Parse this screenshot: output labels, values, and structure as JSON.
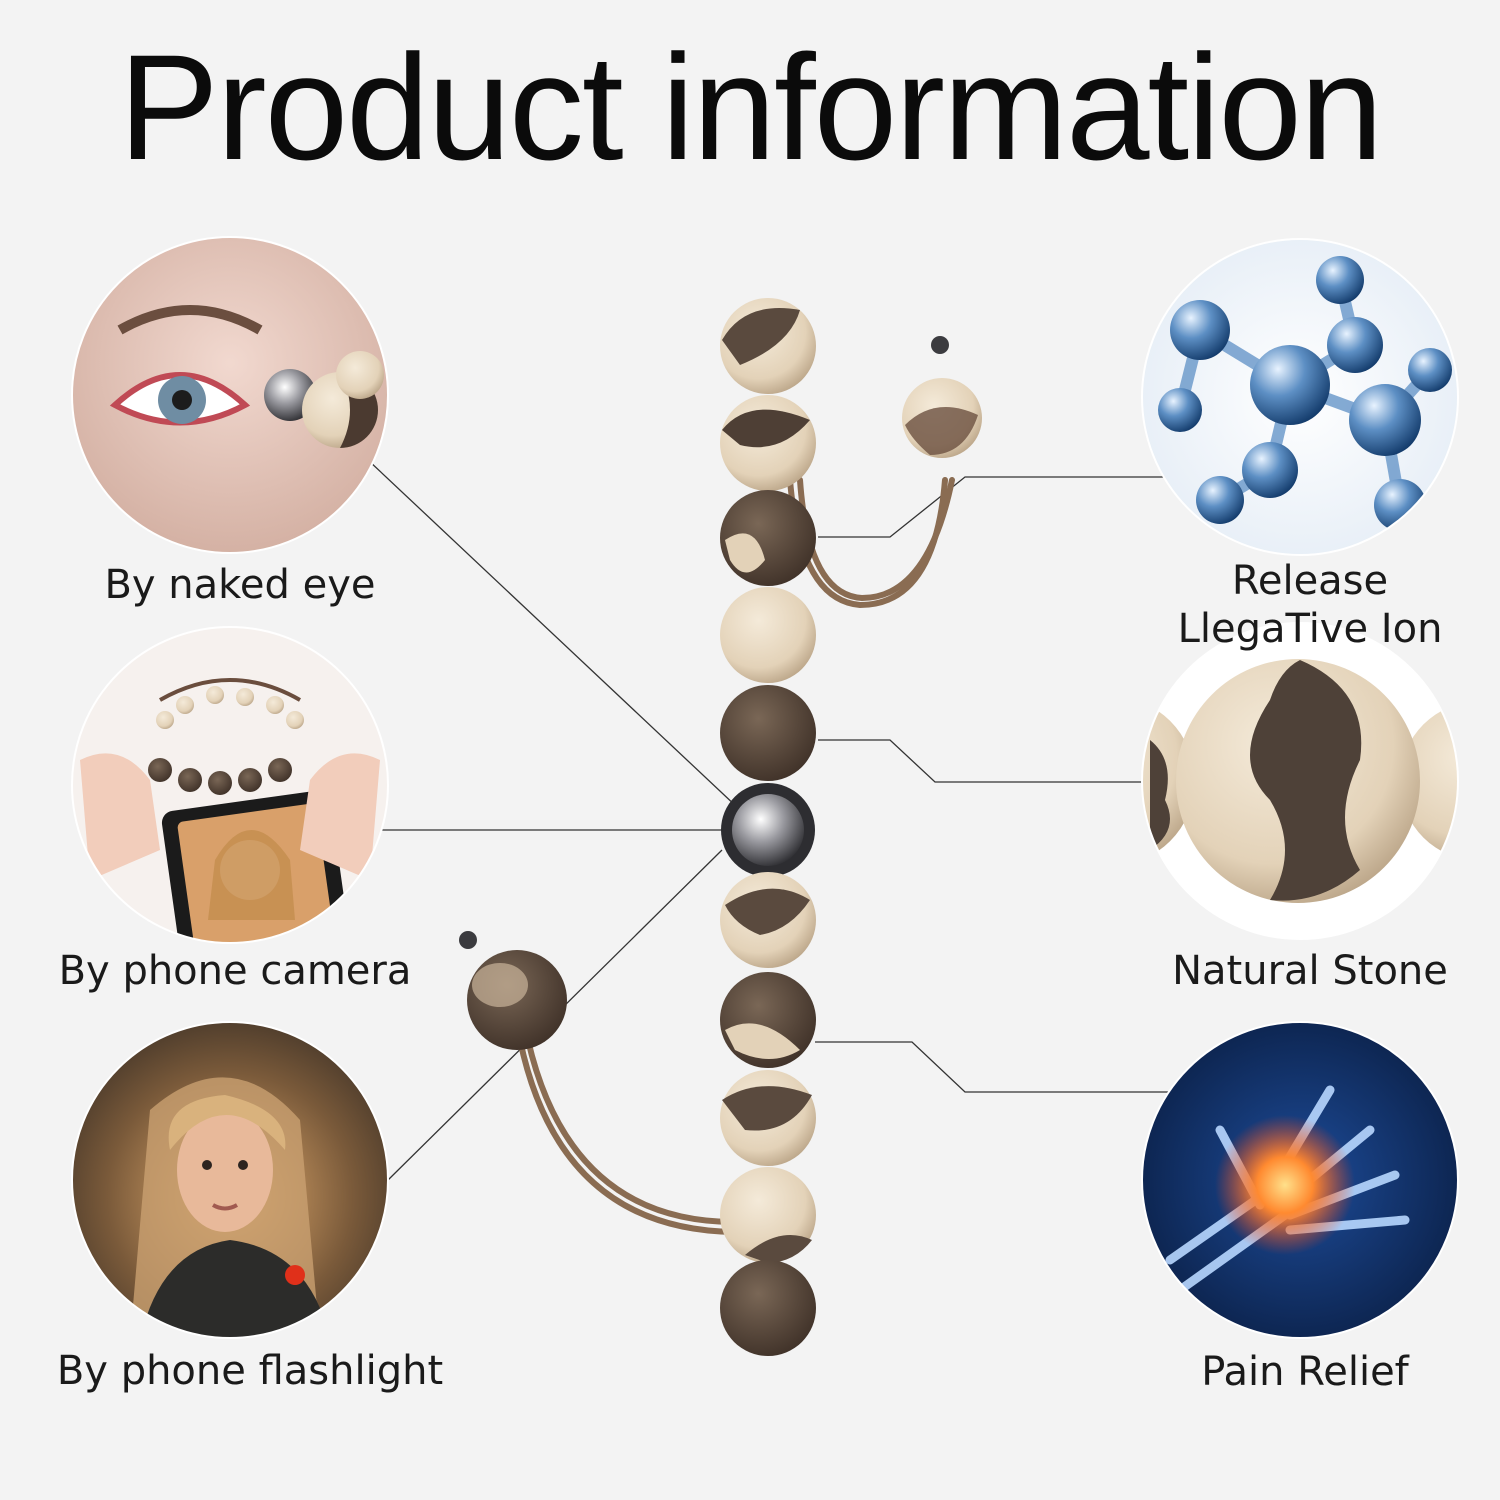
{
  "title": "Product information",
  "left_features": [
    {
      "label": "By naked eye",
      "icon": "eye-with-beads-photo-icon"
    },
    {
      "label": "By phone camera",
      "icon": "phone-camera-photo-icon"
    },
    {
      "label": "By phone flashlight",
      "icon": "woman-portrait-photo-icon"
    }
  ],
  "right_features": [
    {
      "label_line1": "Release",
      "label_line2": "LlegaTive Ion",
      "icon": "molecule-icon"
    },
    {
      "label": "Natural Stone",
      "icon": "stone-bead-closeup-icon"
    },
    {
      "label": "Pain Relief",
      "icon": "hand-xray-icon"
    }
  ],
  "colors": {
    "background": "#f3f3f3",
    "bead_light": "#e7d8c2",
    "bead_dark": "#5a4a3e",
    "cord": "#8a6c52",
    "connector_line": "#333333"
  }
}
